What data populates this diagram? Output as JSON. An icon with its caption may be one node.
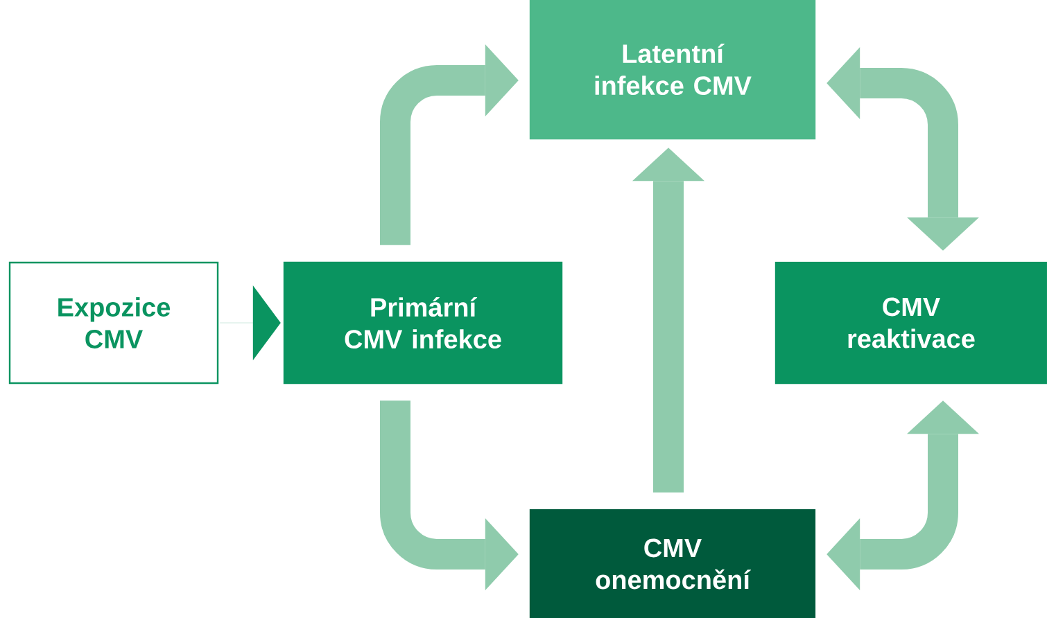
{
  "diagram": {
    "nodes": [
      {
        "text": [
          "Expozice CMV"
        ]
      },
      {
        "text": [
          "Primární CMV infekce"
        ]
      },
      {
        "text": [
          "Latentní infekce CMV"
        ]
      },
      {
        "text": [
          "CMV reaktivace"
        ]
      },
      {
        "text": [
          "CMV onemocnění"
        ]
      }
    ],
    "edges": [
      {
        "from": 0,
        "to": 1,
        "arrow": "to",
        "color": "#0a9460"
      },
      {
        "from": 1,
        "to": 2,
        "arrow": "to"
      },
      {
        "from": 1,
        "to": 4,
        "arrow": "to"
      },
      {
        "from": 4,
        "to": 2,
        "arrow": "to"
      },
      {
        "from": 2,
        "to": 3,
        "arrow": "both"
      },
      {
        "from": 3,
        "to": 4,
        "arrow": "both"
      }
    ]
  }
}
